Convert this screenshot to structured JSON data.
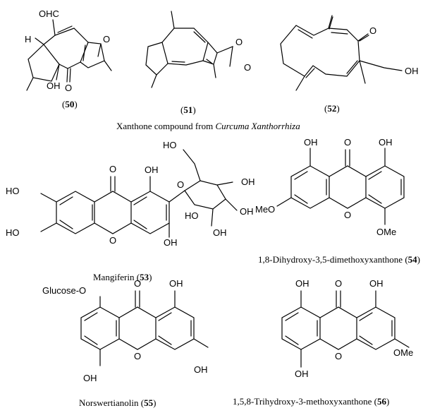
{
  "section_heading": {
    "text": "Xanthone compound from ",
    "species": "Curcuma Xanthorrhiza"
  },
  "compounds": [
    {
      "id": "50",
      "name": "",
      "atoms": [
        "OHC",
        "H",
        "O",
        "OH",
        "O"
      ]
    },
    {
      "id": "51",
      "name": "",
      "atoms": [
        "O",
        "O"
      ]
    },
    {
      "id": "52",
      "name": "",
      "atoms": [
        "O",
        "OH"
      ]
    },
    {
      "id": "53",
      "name": "Mangiferin",
      "atoms": [
        "HO",
        "O",
        "OH",
        "O",
        "OH",
        "HO",
        "HO",
        "O",
        "OH",
        "OH",
        "HO",
        "OH"
      ]
    },
    {
      "id": "54",
      "name": "1,8-Dihydroxy-3,5-dimethoxyxanthone",
      "atoms": [
        "OH",
        "O",
        "OH",
        "MeO",
        "O",
        "OMe"
      ]
    },
    {
      "id": "55",
      "name": "Norswertianolin",
      "atoms": [
        "Glucose-O",
        "O",
        "OH",
        "O",
        "OH",
        "OH"
      ]
    },
    {
      "id": "56",
      "name": "1,5,8-Trihydroxy-3-methoxyxanthone",
      "atoms": [
        "OH",
        "O",
        "OH",
        "O",
        "OMe",
        "OH"
      ]
    }
  ]
}
